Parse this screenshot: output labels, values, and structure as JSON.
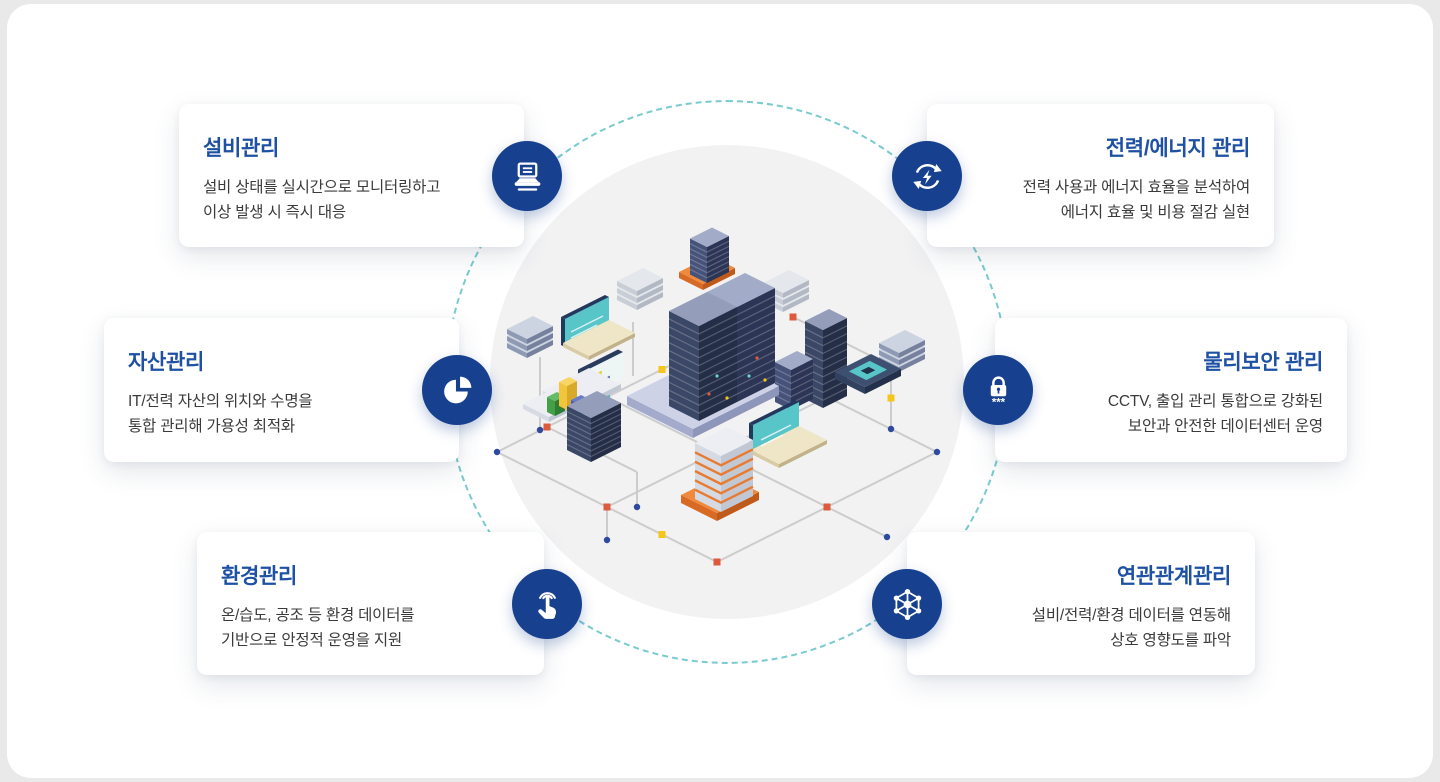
{
  "page": {
    "background": "#e9e9e9",
    "panel_background": "#ffffff",
    "description": "데이터센터 통합 관리 6대 기능 인포그래픽"
  },
  "colors": {
    "title_blue": "#1e51a3",
    "badge_navy": "#17418f",
    "dashed_circle_teal": "#79cbcd",
    "inner_circle_gray": "#f2f2f3",
    "description_text": "#3b3b3b",
    "accent_orange": "#e87b30"
  },
  "center_illustration": {
    "name": "isometric-datacenter-network",
    "description": "서버 타워, 노트북, 칩, 건물이 네트워크 회선으로 연결된 아이소메트릭 일러스트"
  },
  "cards": [
    {
      "id": "facility",
      "title": "설비관리",
      "line1": "설비 상태를 실시간으로 모니터링하고",
      "line2": "이상 발생 시 즉시 대응",
      "icon": "laptop-monitoring-icon",
      "side": "left"
    },
    {
      "id": "asset",
      "title": "자산관리",
      "line1": "IT/전력 자산의 위치와 수명을",
      "line2": "통합 관리해 가용성 최적화",
      "icon": "pie-chart-icon",
      "side": "left"
    },
    {
      "id": "environment",
      "title": "환경관리",
      "line1": "온/습도, 공조 등 환경 데이터를",
      "line2": "기반으로 안정적 운영을 지원",
      "icon": "hand-signal-icon",
      "side": "left"
    },
    {
      "id": "power-energy",
      "title": "전력/에너지 관리",
      "line1": "전력 사용과 에너지 효율을 분석하여",
      "line2": "에너지 효율 및 비용 절감 실현",
      "icon": "energy-cycle-icon",
      "side": "right"
    },
    {
      "id": "physical-security",
      "title": "물리보안 관리",
      "line1": "CCTV, 출입 관리 통합으로 강화된",
      "line2": "보안과 안전한 데이터센터 운영",
      "icon": "lock-password-icon",
      "side": "right"
    },
    {
      "id": "relationship",
      "title": "연관관계관리",
      "line1": "설비/전력/환경 데이터를 연동해",
      "line2": "상호 영향도를 파악",
      "icon": "network-nodes-icon",
      "side": "right"
    }
  ]
}
